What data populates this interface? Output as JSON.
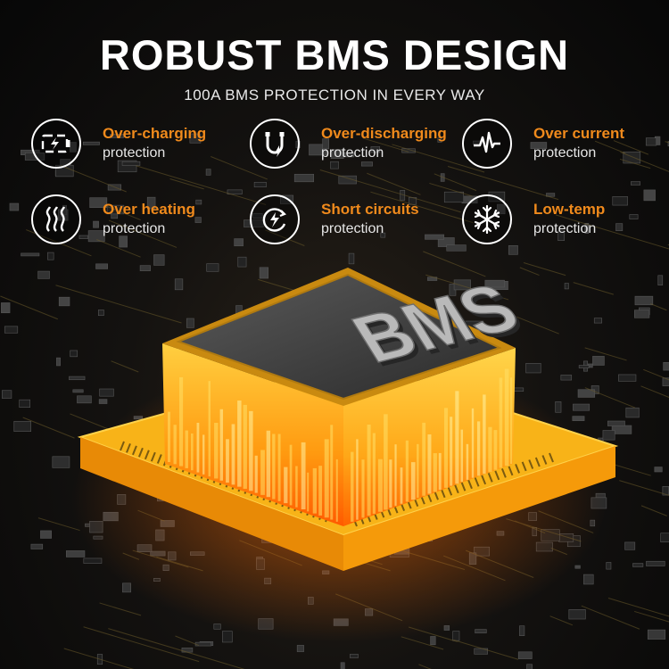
{
  "header": {
    "title": "ROBUST BMS DESIGN",
    "subtitle": "100A BMS PROTECTION IN EVERY WAY"
  },
  "features": [
    {
      "title": "Over-charging",
      "desc": "protection",
      "icon": "battery-charging-icon"
    },
    {
      "title": "Over-discharging",
      "desc": "protection",
      "icon": "magnet-discharge-icon"
    },
    {
      "title": "Over current",
      "desc": "protection",
      "icon": "pulse-wave-icon"
    },
    {
      "title": "Over heating",
      "desc": "protection",
      "icon": "heat-waves-icon"
    },
    {
      "title": "Short circuits",
      "desc": "protection",
      "icon": "short-circuit-icon"
    },
    {
      "title": "Low-temp",
      "desc": "protection",
      "icon": "snowflake-icon"
    }
  ],
  "chip": {
    "label": "BMS"
  },
  "colors": {
    "accent": "#f08a1c",
    "chip_glow": "#ffb000",
    "background": "#0c0c0c"
  }
}
